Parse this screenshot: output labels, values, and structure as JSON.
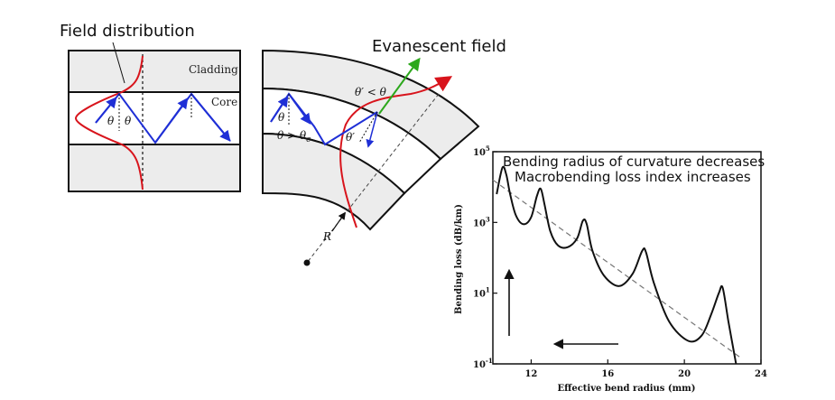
{
  "labels": {
    "field_distribution": "Field distribution",
    "evanescent_field": "Evanescent field",
    "cladding": "Cladding",
    "core": "Core",
    "theta_left": "θ",
    "theta_right": "θ",
    "theta_prime_lt": "θ′ < θ",
    "theta_gt_theta_c": "θ > θ",
    "theta_c_sub": "c",
    "theta_prime_small": "θ′",
    "theta_small": "θ",
    "radius": "R"
  },
  "colors": {
    "ray": "#1f2fd6",
    "field": "#d8141c",
    "evanescent": "#2ca81c",
    "cladding_fill": "#ececec",
    "outline": "#111111"
  },
  "chart_data": {
    "type": "line",
    "xlabel": "Effective bend radius (mm)",
    "ylabel": "Bending loss (dB/km)",
    "x_ticks": [
      "12",
      "16",
      "20",
      "24"
    ],
    "y_ticks": [
      {
        "base": "10",
        "exp": "5"
      },
      {
        "base": "10",
        "exp": "3"
      },
      {
        "base": "10",
        "exp": "1"
      },
      {
        "base": "10",
        "exp": "-1"
      }
    ],
    "xlim": [
      10,
      24
    ],
    "ylim_log10": [
      -1,
      5
    ],
    "yscale": "log",
    "annotations": [
      "Bending radius of curvature decreases",
      "Macrobending loss index increases"
    ],
    "series": [
      {
        "style": "solid",
        "x": [
          10.2,
          10.5,
          10.7,
          10.9,
          11.2,
          11.6,
          12.0,
          12.3,
          12.5,
          12.7,
          13.0,
          13.4,
          13.9,
          14.4,
          14.7,
          14.9,
          15.2,
          15.8,
          16.6,
          17.3,
          17.8,
          18.0,
          18.4,
          19.2,
          20.2,
          20.9,
          21.4,
          21.8,
          22.0,
          22.3,
          22.7
        ],
        "y_log10": [
          3.8,
          4.55,
          4.35,
          3.8,
          3.2,
          2.95,
          3.15,
          3.75,
          3.95,
          3.5,
          2.75,
          2.35,
          2.3,
          2.55,
          3.05,
          2.95,
          2.2,
          1.5,
          1.2,
          1.55,
          2.2,
          2.15,
          1.3,
          0.2,
          -0.35,
          -0.2,
          0.4,
          1.0,
          1.15,
          0.2,
          -1.0
        ]
      },
      {
        "style": "dashed",
        "x": [
          10,
          23
        ],
        "y_log10": [
          4.2,
          -0.85
        ]
      }
    ]
  }
}
